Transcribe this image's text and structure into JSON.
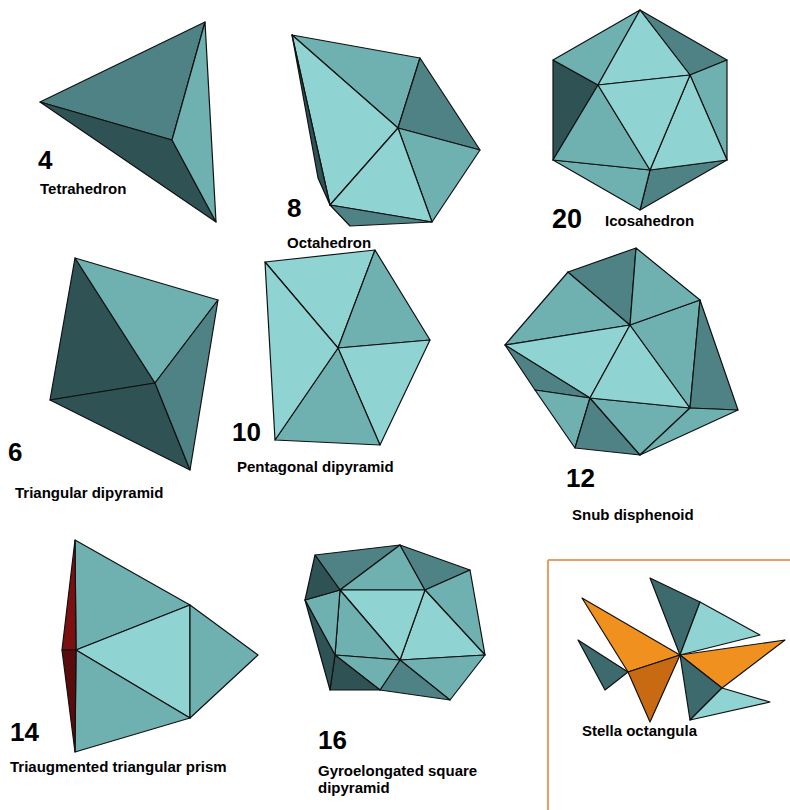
{
  "diagram": {
    "labels": [
      "4",
      "Tetrahedron",
      "8",
      "Octahedron",
      "20",
      "Icosahedron",
      "6",
      "Triangular dipyramid",
      "10",
      "Pentagonal dipyramid",
      "12",
      "Snub disphenoid",
      "14",
      "Triaugmented triangular prism",
      "16",
      "Gyroelongated square dipyramid",
      "Stella octangula"
    ]
  }
}
